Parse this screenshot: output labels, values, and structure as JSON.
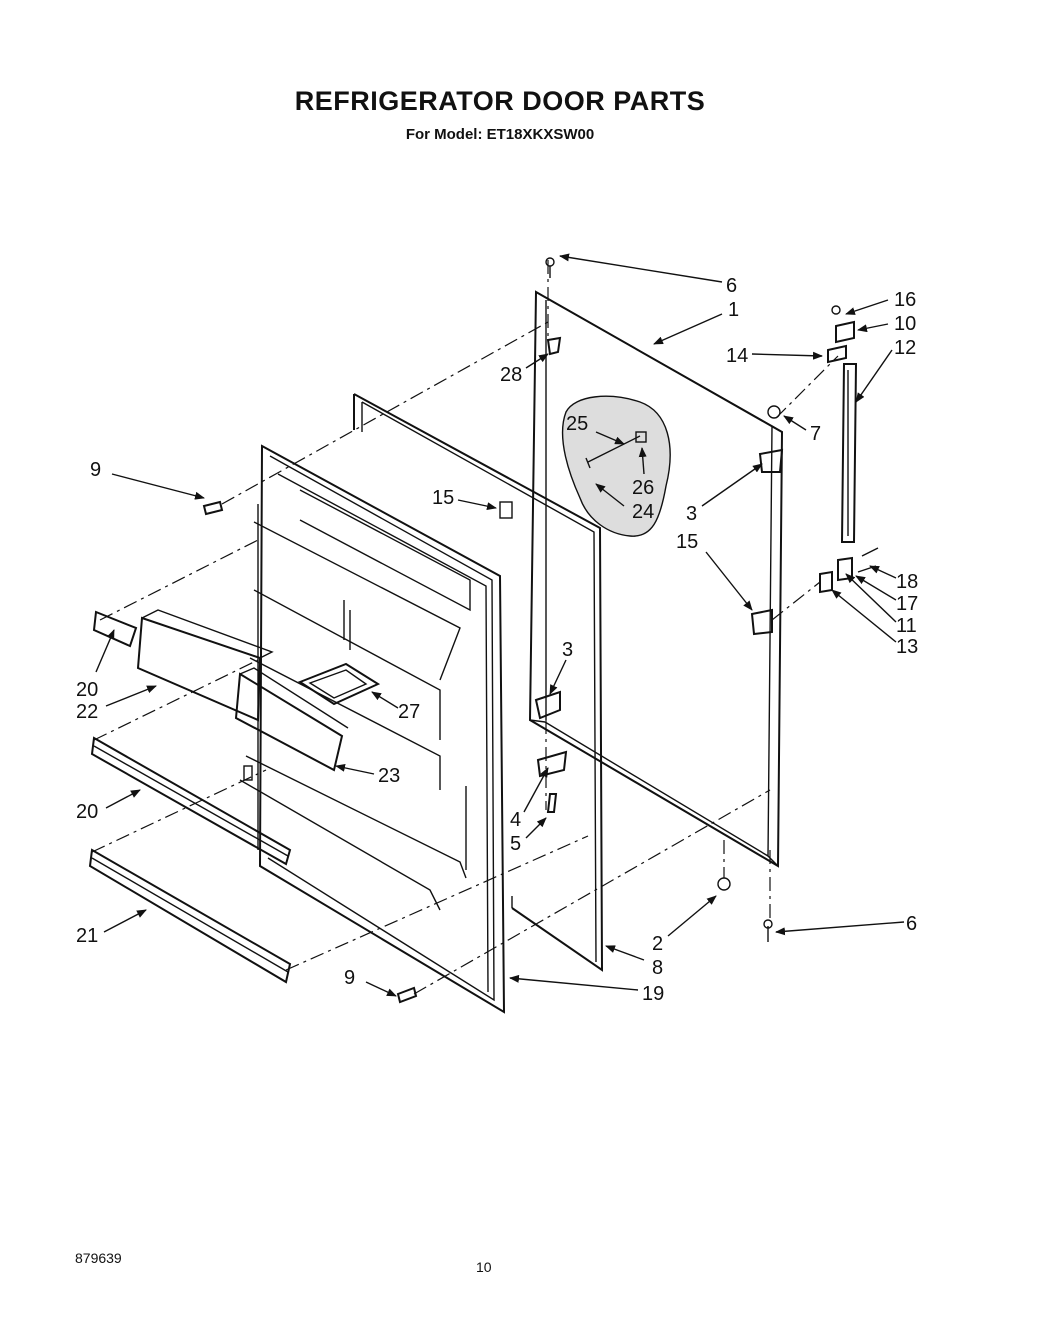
{
  "header": {
    "title": "REFRIGERATOR DOOR PARTS",
    "subtitle": "For Model: ET18XKXSW00"
  },
  "footer": {
    "doc_number": "879639",
    "page_number": "10"
  },
  "callouts": {
    "c6a": "6",
    "c1": "1",
    "c28": "28",
    "c16": "16",
    "c10": "10",
    "c14": "14",
    "c12": "12",
    "c7": "7",
    "c25": "25",
    "c26": "26",
    "c24": "24",
    "c3a": "3",
    "c9a": "9",
    "c15a": "15",
    "c15b": "15",
    "c18": "18",
    "c17": "17",
    "c11": "11",
    "c13": "13",
    "c20a": "20",
    "c22": "22",
    "c3b": "3",
    "c27": "27",
    "c23": "23",
    "c4": "4",
    "c20b": "20",
    "c5": "5",
    "c6b": "6",
    "c2": "2",
    "c21": "21",
    "c8": "8",
    "c9b": "9",
    "c19": "19"
  }
}
